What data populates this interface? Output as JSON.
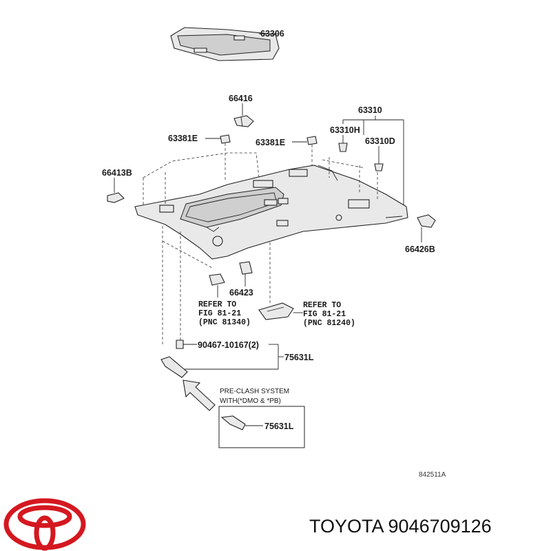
{
  "callouts": {
    "p63306": "63306",
    "p66416": "66416",
    "p63310": "63310",
    "p63310h": "63310H",
    "p63310d": "63310D",
    "p63381e_left": "63381E",
    "p63381e_right": "63381E",
    "p66413b": "66413B",
    "p66426b": "66426B",
    "p66423": "66423",
    "p90467": "90467-10167(2)",
    "p75631l_main": "75631L",
    "p75631l_inset": "75631L"
  },
  "refer_left": {
    "line1": "REFER TO",
    "line2": "FIG 81-21",
    "line3": "(PNC 81340)"
  },
  "refer_right": {
    "line1": "REFER TO",
    "line2": "FIG 81-21",
    "line3": "(PNC 81240)"
  },
  "inset_note": {
    "line1": "PRE-CLASH SYSTEM",
    "line2": "WITH(*DMO & *PB)"
  },
  "diagram_code": "842511A",
  "footer": {
    "brand_text": "TOYOTA 9046709126",
    "logo_color": "#d41820"
  }
}
